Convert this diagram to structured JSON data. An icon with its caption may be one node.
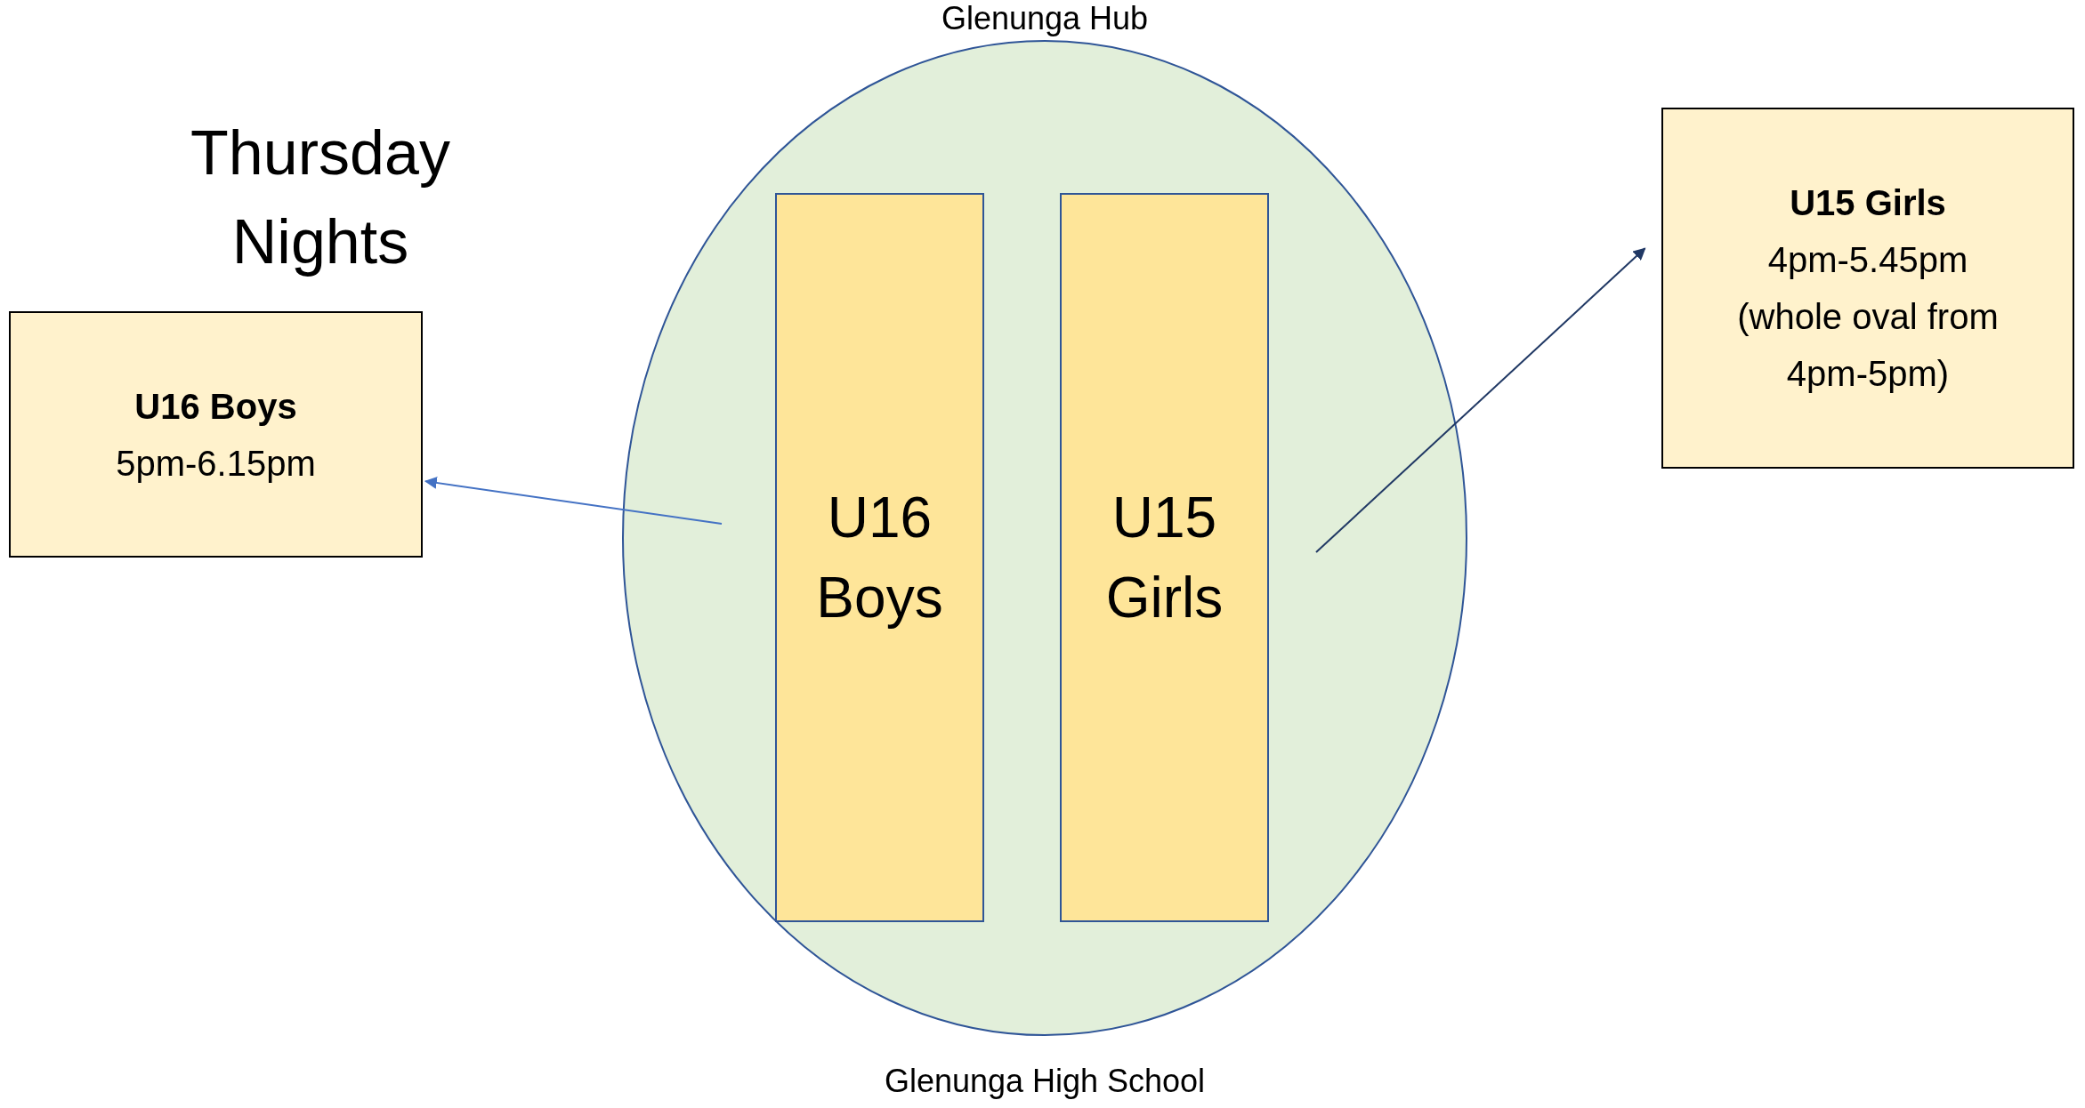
{
  "diagram": {
    "nodes": [
      {
        "text": [
          "Glenunga Hub"
        ],
        "beside": [
          "Glenunga High School"
        ]
      },
      {
        "text": [
          "U16 Boys"
        ],
        "in": 0
      },
      {
        "text": [
          "U15 Girls"
        ],
        "in": 0
      },
      {
        "text": [
          "U16 Boys",
          "5pm-6.15pm"
        ]
      },
      {
        "text": [
          "U15 Girls",
          "4pm-5.45pm",
          "(whole oval from 4pm-5pm)"
        ]
      }
    ],
    "edges": [
      {
        "from": null,
        "to": 3,
        "arrow": "to",
        "color": "#4472c4"
      },
      {
        "from": null,
        "to": 4,
        "arrow": "to",
        "color": "#203864"
      }
    ],
    "labels": [
      "Thursday Nights"
    ]
  }
}
